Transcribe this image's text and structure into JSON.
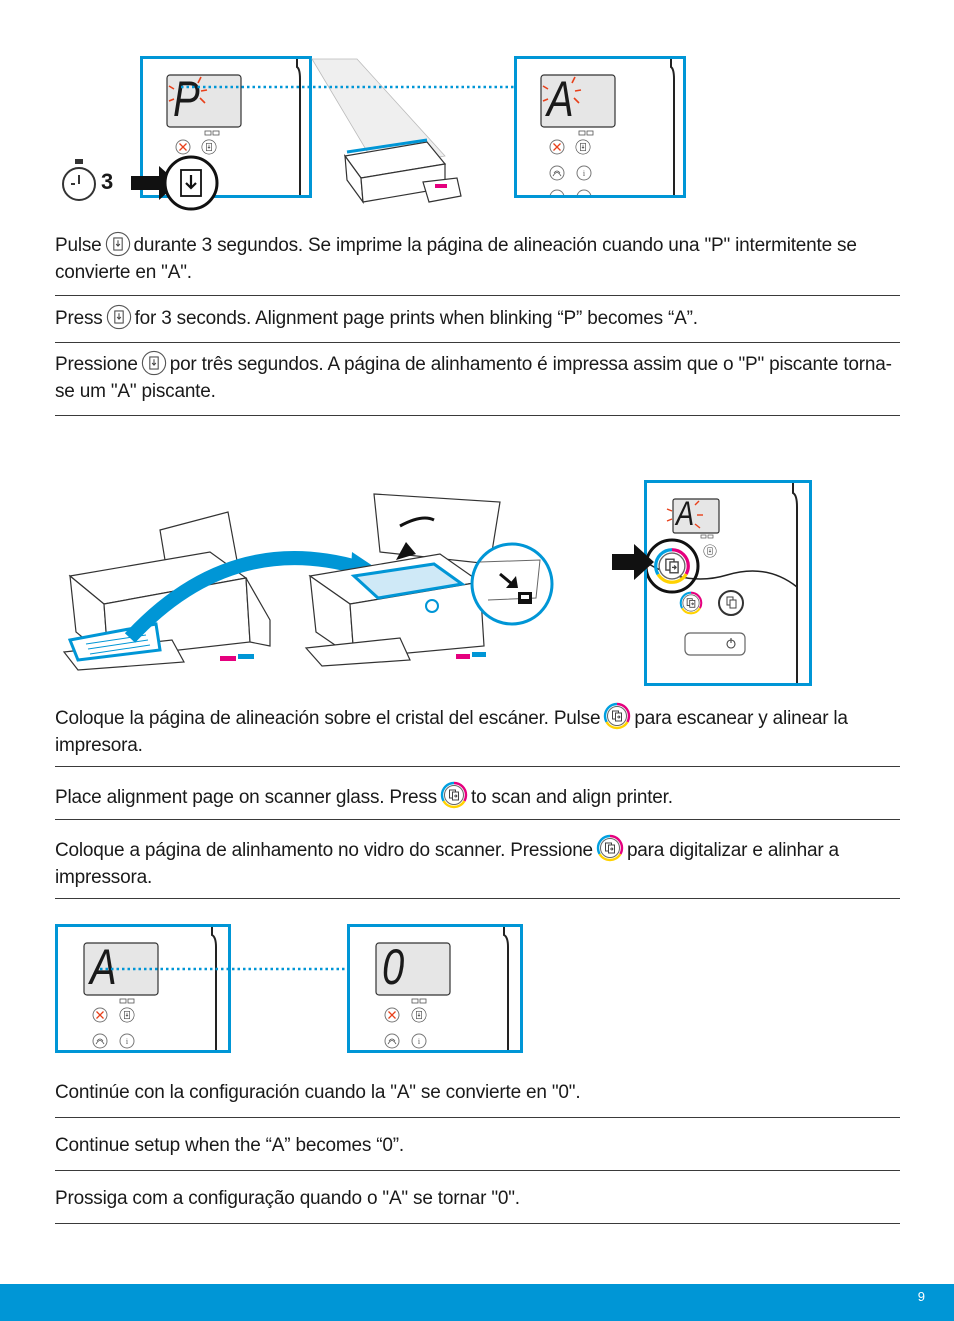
{
  "section1": {
    "display_before": "P",
    "display_after": "A",
    "hold_seconds": "3",
    "es_before": "Pulse",
    "es_after": "durante 3 segundos. Se imprime la página de alineación cuando una \"P\" intermitente se convierte en \"A\".",
    "en_before": "Press",
    "en_after": "for 3 seconds. Alignment page prints when blinking “P” becomes “A”.",
    "pt_before": "Pressione",
    "pt_after": "por três segundos. A página de alinhamento é impressa assim que o \"P\" piscante torna-se um \"A\" piscante."
  },
  "section2": {
    "display": "A",
    "es_before": "Coloque la página de alineación sobre el cristal del escáner. Pulse",
    "es_after": "para escanear y alinear la impresora.",
    "en_before": "Place alignment page on scanner glass. Press",
    "en_after": "to scan and align printer.",
    "pt_before": "Coloque a página de alinhamento no vidro do scanner. Pressione",
    "pt_after": "para digitalizar e alinhar a impressora."
  },
  "section3": {
    "display_before": "A",
    "display_after": "0",
    "es": "Continúe con la configuración cuando la \"A\" se convierte en \"0\".",
    "en": "Continue setup when the “A” becomes “0”.",
    "pt": "Prossiga com a configuração quando o \"A\" se tornar \"0\"."
  },
  "colors": {
    "accent": "#0096d6",
    "blink": "#e8401a"
  },
  "page_number": "9"
}
